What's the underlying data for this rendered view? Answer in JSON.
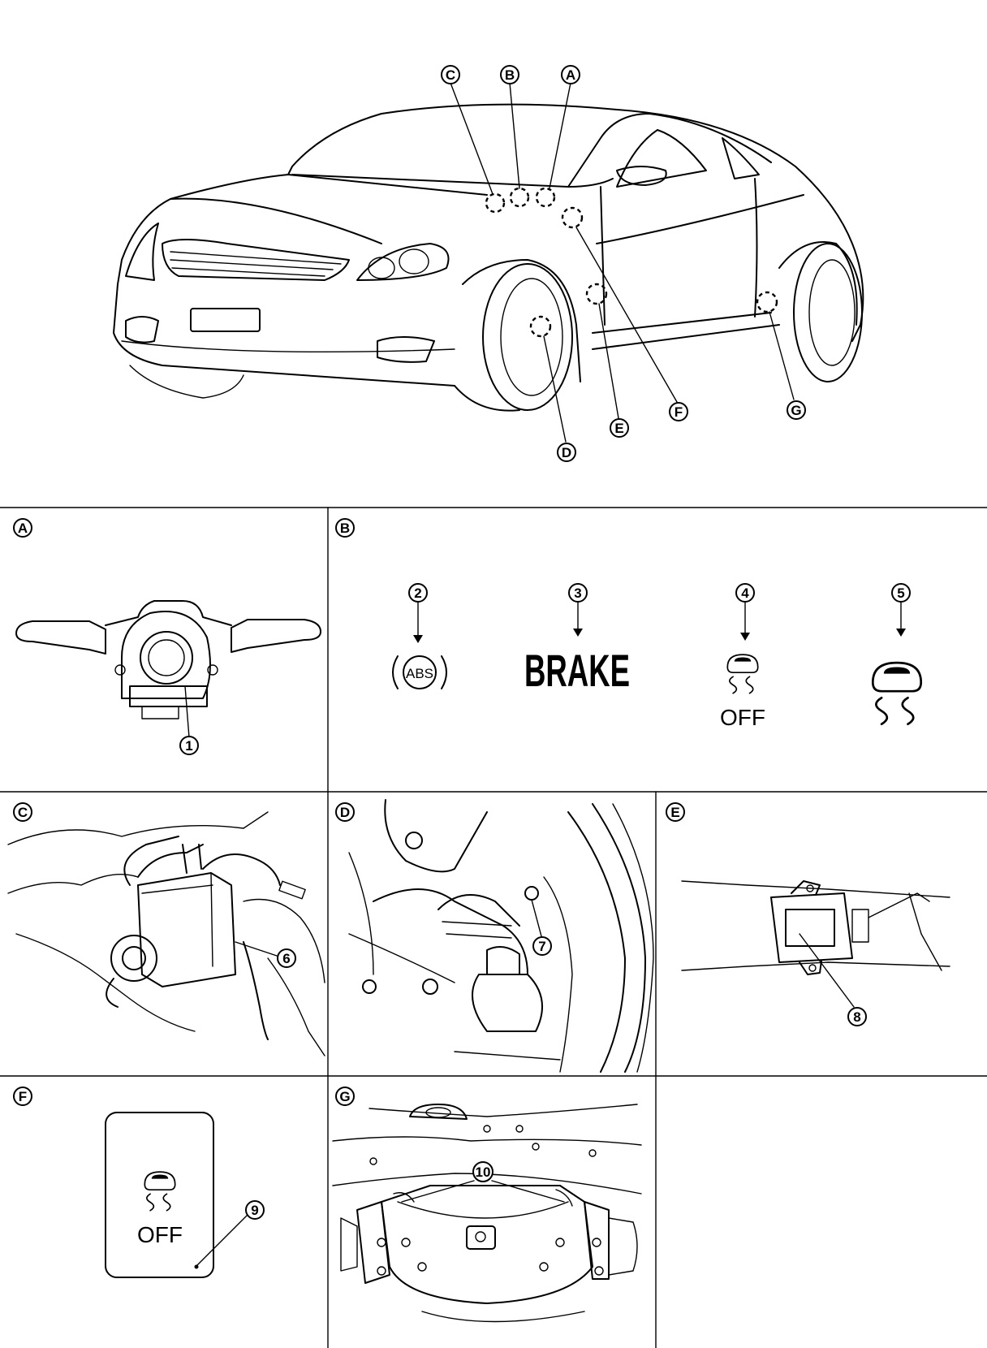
{
  "overview": {
    "callouts": [
      "A",
      "B",
      "C",
      "D",
      "E",
      "F",
      "G"
    ]
  },
  "panels": {
    "A": {
      "label": "A",
      "parts": [
        "1"
      ]
    },
    "B": {
      "label": "B",
      "parts": [
        "2",
        "3",
        "4",
        "5"
      ],
      "abs_text": "ABS",
      "brake_text": "BRAKE",
      "off_text": "OFF"
    },
    "C": {
      "label": "C",
      "parts": [
        "6"
      ]
    },
    "D": {
      "label": "D",
      "parts": [
        "7"
      ]
    },
    "E": {
      "label": "E",
      "parts": [
        "8"
      ]
    },
    "F": {
      "label": "F",
      "parts": [
        "9"
      ],
      "off_text": "OFF"
    },
    "G": {
      "label": "G",
      "parts": [
        "10"
      ]
    }
  }
}
